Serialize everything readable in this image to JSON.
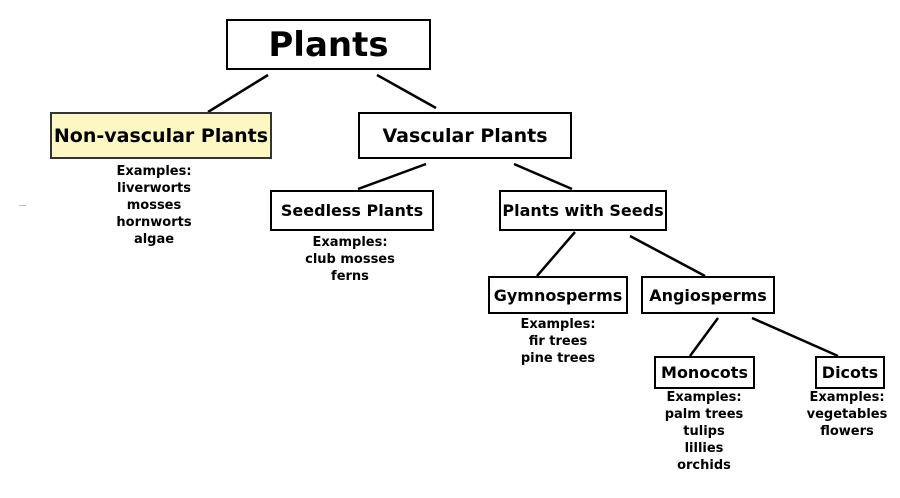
{
  "diagram": {
    "root": {
      "label": "Plants"
    },
    "non_vascular": {
      "label": "Non-vascular Plants",
      "examples": [
        "Examples:",
        "liverworts",
        "mosses",
        "hornworts",
        "algae"
      ]
    },
    "vascular": {
      "label": "Vascular Plants"
    },
    "seedless": {
      "label": "Seedless Plants",
      "examples": [
        "Examples:",
        "club mosses",
        "ferns"
      ]
    },
    "with_seeds": {
      "label": "Plants with Seeds"
    },
    "gymnosperms": {
      "label": "Gymnosperms",
      "examples": [
        "Examples:",
        "fir trees",
        "pine trees"
      ]
    },
    "angiosperms": {
      "label": "Angiosperms"
    },
    "monocots": {
      "label": "Monocots",
      "examples": [
        "Examples:",
        "palm trees",
        "tulips",
        "lillies",
        "orchids"
      ]
    },
    "dicots": {
      "label": "Dicots",
      "examples": [
        "Examples:",
        "vegetables",
        "flowers"
      ]
    },
    "colors": {
      "highlight_fill": "#fdf7c3",
      "border": "#000000"
    }
  }
}
